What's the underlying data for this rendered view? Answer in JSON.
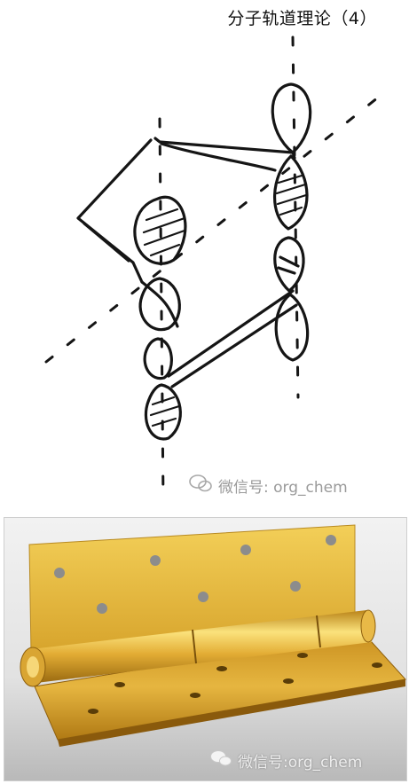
{
  "title": "分子轨道理论（4）",
  "watermark_top": "微信号: org_chem",
  "watermark_bottom": "微信号:org_chem",
  "icons": {
    "watermark_icon": "wechat-icon"
  }
}
